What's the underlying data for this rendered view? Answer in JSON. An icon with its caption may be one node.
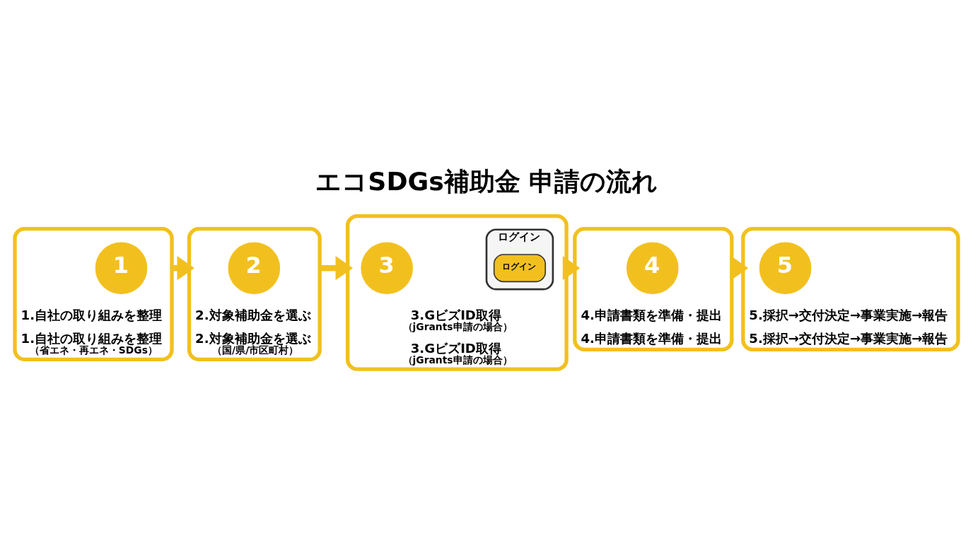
{
  "diagram": {
    "title": "エコSDGs補助金 申請の流れ",
    "nodes": [
      {
        "text": [
          "1.自社の取り組みを整理",
          "1.自社の取り組みを整理",
          "（省エネ・再エネ・SDGs）"
        ]
      },
      {
        "text": [
          "1"
        ],
        "in": 0
      },
      {
        "text": [
          "2.対象補助金を選ぶ",
          "2.対象補助金を選ぶ",
          "（国/県/市区町村）"
        ]
      },
      {
        "text": [
          "2"
        ],
        "in": 2
      },
      {
        "text": [
          "3.GビズID取得",
          "（jGrants申請の場合）",
          "3.GビズID取得",
          "（jGrants申請の場合）"
        ]
      },
      {
        "text": [
          "3"
        ],
        "in": 4
      },
      {
        "text": [
          "ログイン"
        ],
        "in": 4
      },
      {
        "text": [
          "ログイン"
        ],
        "in": 6
      },
      {
        "text": [
          "4.申請書類を準備・提出",
          "4.申請書類を準備・提出"
        ]
      },
      {
        "text": [
          "4"
        ],
        "in": 8
      },
      {
        "text": [
          "5.採択→交付決定→事業実施→報告",
          "5.採択→交付決定→事業実施→報告"
        ]
      },
      {
        "text": [
          "5"
        ],
        "in": 10
      }
    ],
    "edges": [
      {
        "from": 0,
        "to": 2,
        "arrow": "to"
      },
      {
        "from": 2,
        "to": 4,
        "arrow": "to"
      },
      {
        "from": 4,
        "to": 8,
        "arrow": "to"
      },
      {
        "from": 8,
        "to": 10,
        "arrow": "to"
      }
    ]
  }
}
